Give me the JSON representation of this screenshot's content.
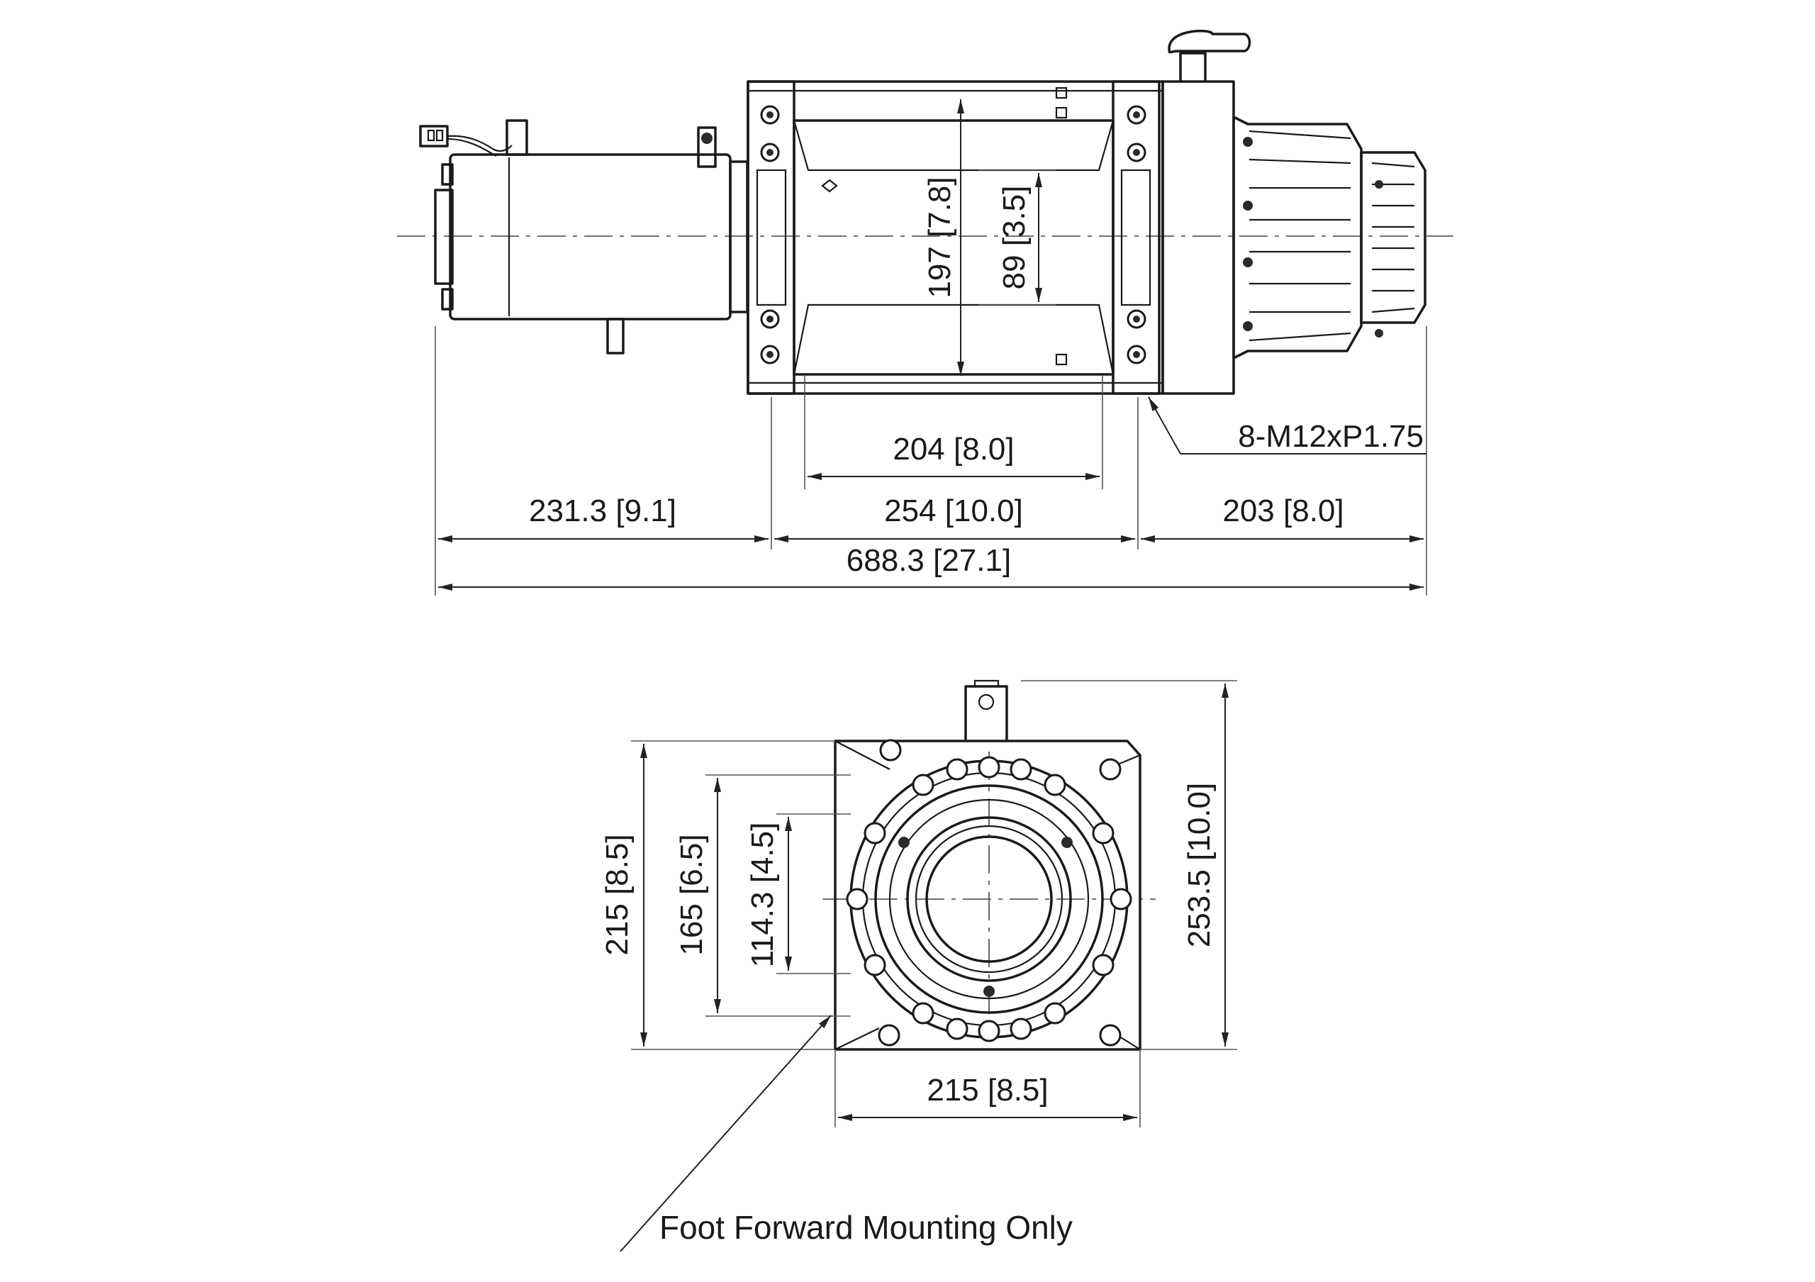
{
  "top_view": {
    "dims": {
      "drum_height": "197 [7.8]",
      "cable_window": "89 [3.5]",
      "drum_length": "204 [8.0]",
      "thread_note": "8-M12xP1.75",
      "motor_length": "231.3 [9.1]",
      "frame_length": "254 [10.0]",
      "gear_length": "203 [8.0]",
      "overall_length": "688.3 [27.1]"
    }
  },
  "end_view": {
    "dims": {
      "height_215": "215 [8.5]",
      "height_165": "165 [6.5]",
      "height_114": "114.3 [4.5]",
      "height_overall": "253.5 [10.0]",
      "width_215": "215 [8.5]"
    },
    "note": "Foot Forward Mounting Only"
  }
}
